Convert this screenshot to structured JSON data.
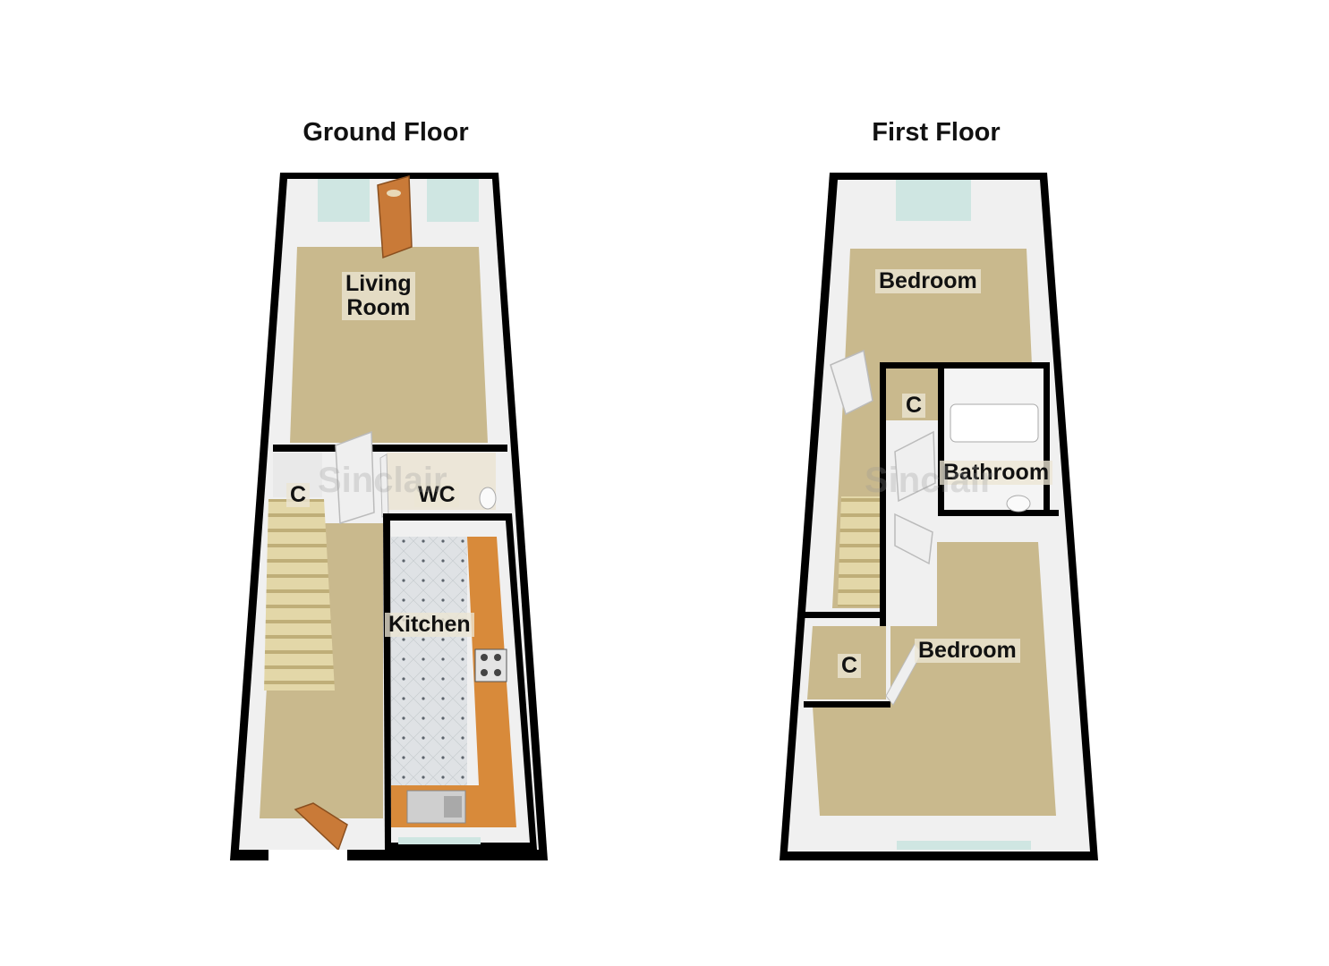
{
  "floors": [
    {
      "title": "Ground Floor",
      "rooms": [
        {
          "label": "Living\nRoom"
        },
        {
          "label": "C"
        },
        {
          "label": "WC"
        },
        {
          "label": "Kitchen"
        }
      ]
    },
    {
      "title": "First Floor",
      "rooms": [
        {
          "label": "Bedroom"
        },
        {
          "label": "C"
        },
        {
          "label": "Bathroom"
        },
        {
          "label": "C"
        },
        {
          "label": "Bedroom"
        }
      ]
    }
  ],
  "watermark": "Sinclair",
  "colors": {
    "wall": "#000000",
    "carpet": "#c9b98d",
    "tile": "#d9dde1",
    "worktop": "#d88a3a",
    "door": "#c97a38",
    "window": "#cfe6e2"
  }
}
